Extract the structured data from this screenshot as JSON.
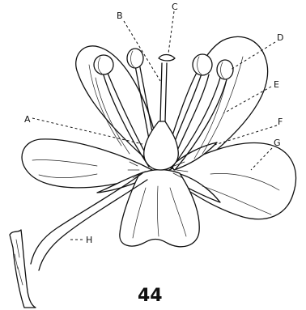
{
  "labels": {
    "A": "A",
    "B": "B",
    "C": "C",
    "D": "D",
    "E": "E",
    "F": "F",
    "G": "G",
    "H": "H"
  },
  "figure_number": "44"
}
